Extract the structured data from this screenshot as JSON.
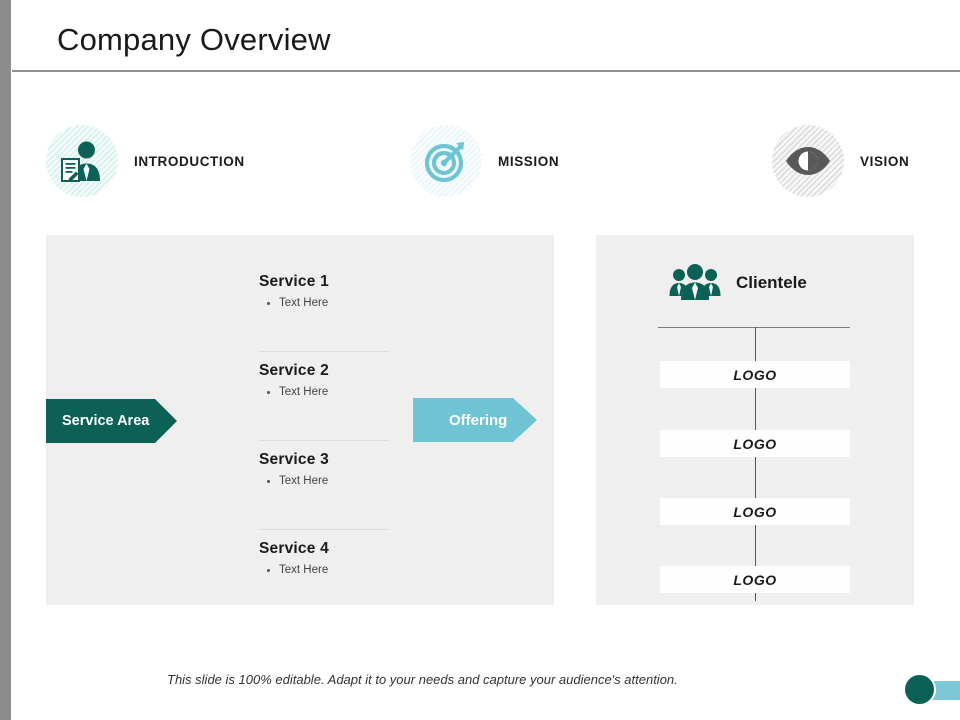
{
  "slide": {
    "title": "Company Overview",
    "footer_note": "This slide is 100% editable. Adapt it to your needs and capture your audience's attention."
  },
  "top_icons": [
    {
      "label": "INTRODUCTION",
      "icon": "businessman-document-icon",
      "color": "#0c6156",
      "badge": "#d8f2ee"
    },
    {
      "label": "MISSION",
      "icon": "target-arrow-icon",
      "color": "#6fc4d4",
      "badge": "#eaf6fb"
    },
    {
      "label": "VISION",
      "icon": "eye-icon",
      "color": "#595959",
      "badge": "#e0e0e0"
    }
  ],
  "service_area": {
    "banner_label": "Service Area",
    "banner_color": "#0c6156",
    "services": [
      {
        "title": "Service 1",
        "bullet": "Text Here"
      },
      {
        "title": "Service 2",
        "bullet": "Text Here"
      },
      {
        "title": "Service 3",
        "bullet": "Text Here"
      },
      {
        "title": "Service 4",
        "bullet": "Text Here"
      }
    ]
  },
  "offering": {
    "banner_label": "Offering",
    "banner_color": "#6fc4d4"
  },
  "clientele": {
    "label": "Clientele",
    "icon": "people-group-icon",
    "icon_color": "#0c6156",
    "logos": [
      {
        "label": "LOGO"
      },
      {
        "label": "LOGO"
      },
      {
        "label": "LOGO"
      },
      {
        "label": "LOGO"
      }
    ]
  },
  "decoration": {
    "circle_color": "#0c6156",
    "bar_color": "#7cc8d6"
  }
}
